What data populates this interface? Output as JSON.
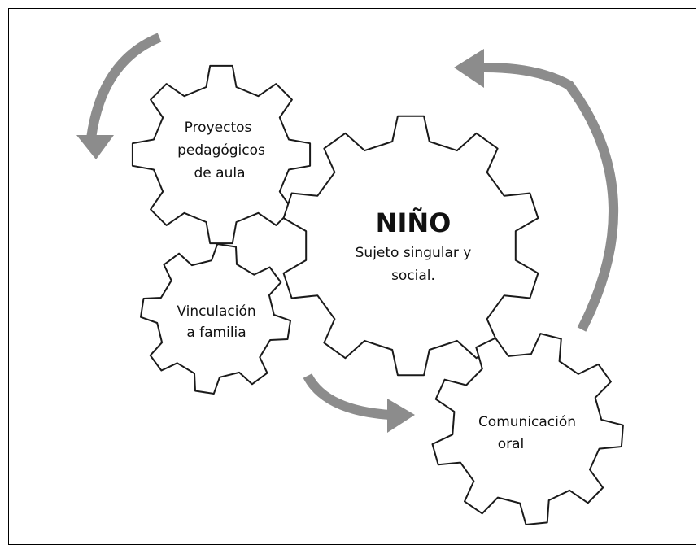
{
  "gears": {
    "proyectos": {
      "lines": [
        "Proyectos",
        "pedagógicos",
        "de aula"
      ]
    },
    "nino": {
      "title": "NIÑO",
      "lines": [
        "Sujeto singular y",
        "social."
      ]
    },
    "vinculacion": {
      "lines": [
        "Vinculación",
        "a familia"
      ]
    },
    "comunicacion": {
      "lines": [
        "Comunicación",
        "oral"
      ]
    }
  },
  "colors": {
    "arrow": "#8c8c8c",
    "gear_stroke": "#1a1a1a",
    "frame": "#000000"
  }
}
